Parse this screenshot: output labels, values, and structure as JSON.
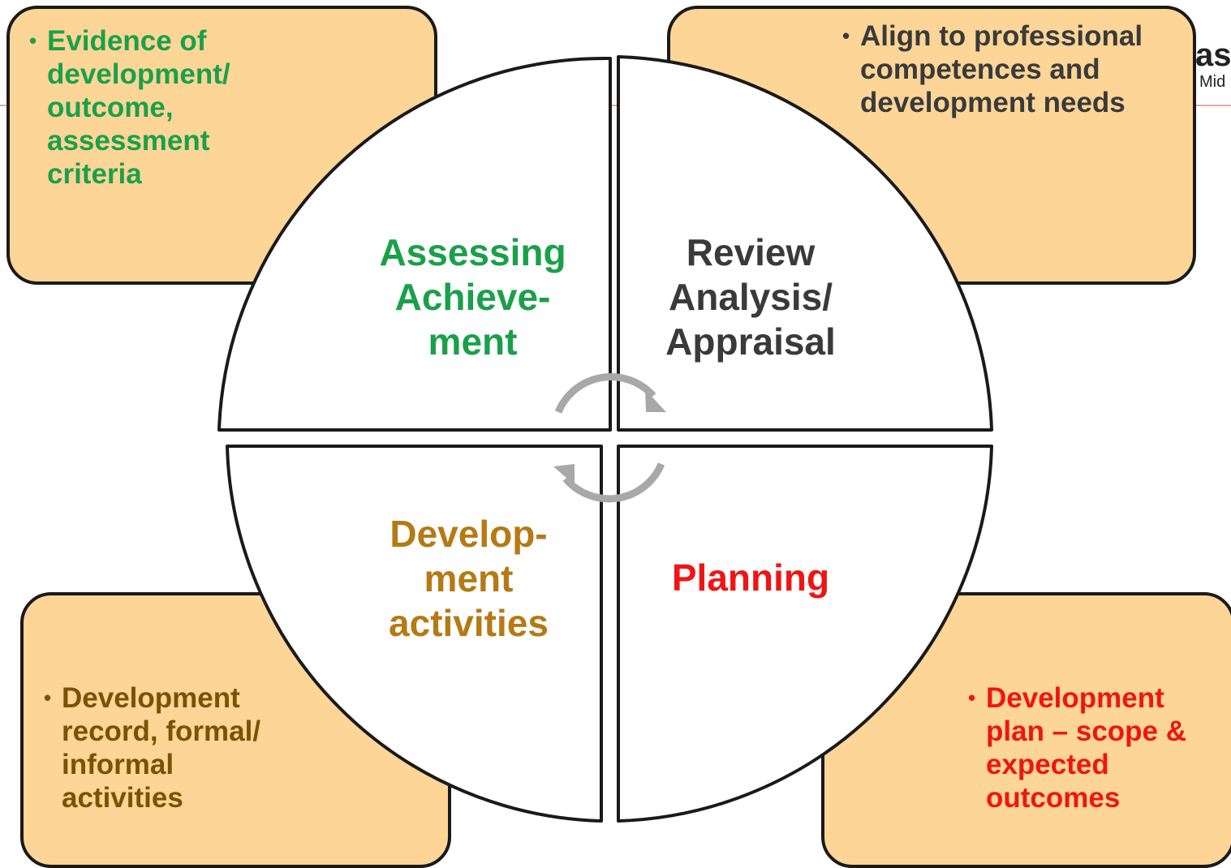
{
  "logo": {
    "big": "ase",
    "small": "Mid"
  },
  "boxes": {
    "top_left": {
      "text": "Evidence of development/ outcome, assessment criteria",
      "lines": [
        "Evidence of",
        "development/",
        "outcome,",
        "assessment",
        "criteria"
      ]
    },
    "top_right": {
      "lines": [
        "Align to professional",
        "competences and",
        "development needs"
      ]
    },
    "bottom_left": {
      "lines": [
        "Development",
        "record, formal/",
        "informal",
        "activities"
      ]
    },
    "bottom_right": {
      "lines": [
        "Development",
        "plan – scope &",
        "expected",
        "outcomes"
      ]
    }
  },
  "quadrants": {
    "assessing": {
      "lines": [
        "Assessing",
        "Achieve-",
        "ment"
      ]
    },
    "review": {
      "lines": [
        "Review",
        "Analysis/",
        "Appraisal"
      ]
    },
    "development": {
      "lines": [
        "Develop-",
        "ment",
        "activities"
      ]
    },
    "planning": {
      "lines": [
        "Planning"
      ]
    }
  },
  "colors": {
    "box_fill": "#fcd597",
    "green": "#1aa04a",
    "dark": "#3a3a3a",
    "brown": "#b57a14",
    "red": "#ef1515",
    "dark_brown": "#7a5200",
    "arrow_gray": "#a8a8a8"
  }
}
